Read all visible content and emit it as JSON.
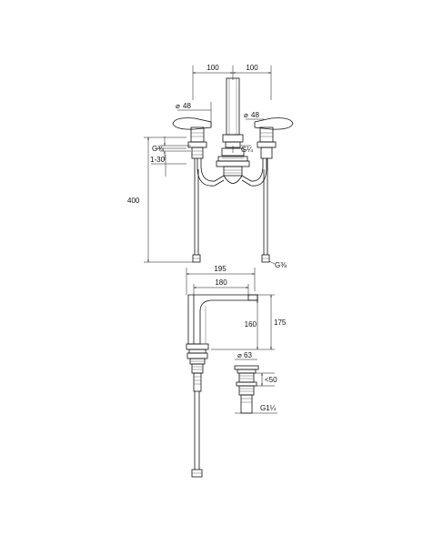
{
  "drawing": {
    "top_view": {
      "dim_spacing_left": "100",
      "dim_spacing_right": "100",
      "dim_handle_left_dia": "48",
      "dim_handle_right_dia": "48",
      "dim_thread_left": "G¾",
      "dim_thread_center": "G¼",
      "dim_range": "1-30",
      "dim_height": "400",
      "dim_hose_thread": "G⅜"
    },
    "side_view": {
      "dim_reach_total": "195",
      "dim_reach_inner": "180",
      "dim_spout_height": "160",
      "dim_total_height": "175"
    },
    "waste": {
      "dim_dia": "63",
      "dim_max": "<50",
      "dim_thread": "G1¼"
    },
    "symbols": {
      "diameter": "⌀"
    }
  }
}
